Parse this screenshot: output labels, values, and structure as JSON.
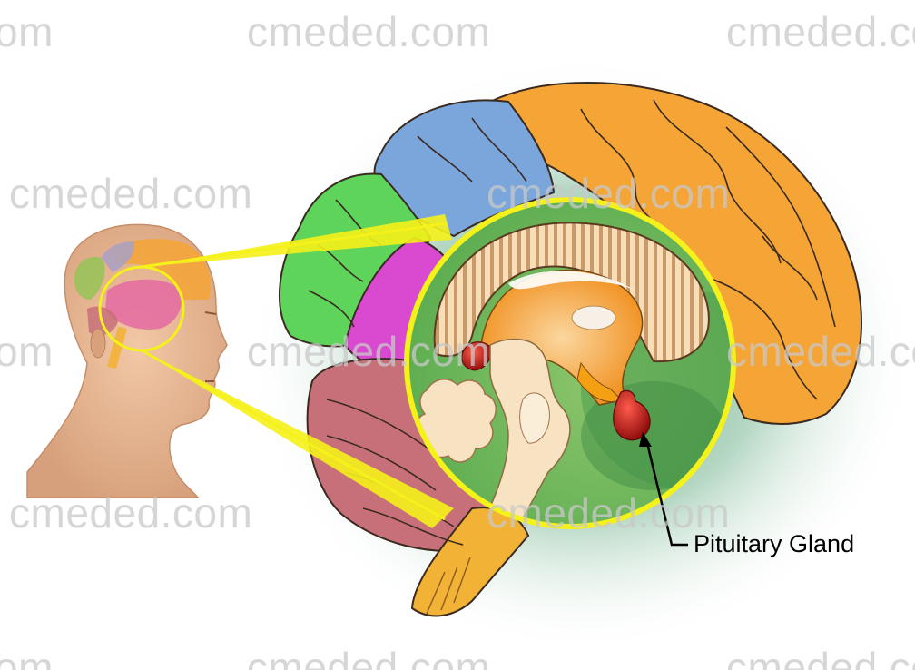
{
  "labels": {
    "pituitary": "Pituitary Gland"
  },
  "watermarks": [
    {
      "text": "om"
    },
    {
      "text": "cmeded.com"
    },
    {
      "text": "cmeded.com"
    },
    {
      "text": "cmeded.com"
    },
    {
      "text": "cmeded.com"
    },
    {
      "text": "om"
    },
    {
      "text": "cmeded.com"
    },
    {
      "text": "cmeded.com"
    },
    {
      "text": "cmeded.com"
    },
    {
      "text": "cmeded.com"
    },
    {
      "text": "om"
    },
    {
      "text": "cmeded.com"
    },
    {
      "text": "cmeded.com"
    }
  ],
  "colors": {
    "frontal_lobe": "#f5a436",
    "parietal_lobe": "#7aa6dc",
    "occipital_lobe": "#5ed45a",
    "temporal_lobe": "#d94ad1",
    "cerebellum": "#c8707a",
    "brainstem": "#f2b236",
    "callout": "#f5f11a",
    "pituitary": "#c01a1a",
    "halo": "#2f8a5a"
  }
}
